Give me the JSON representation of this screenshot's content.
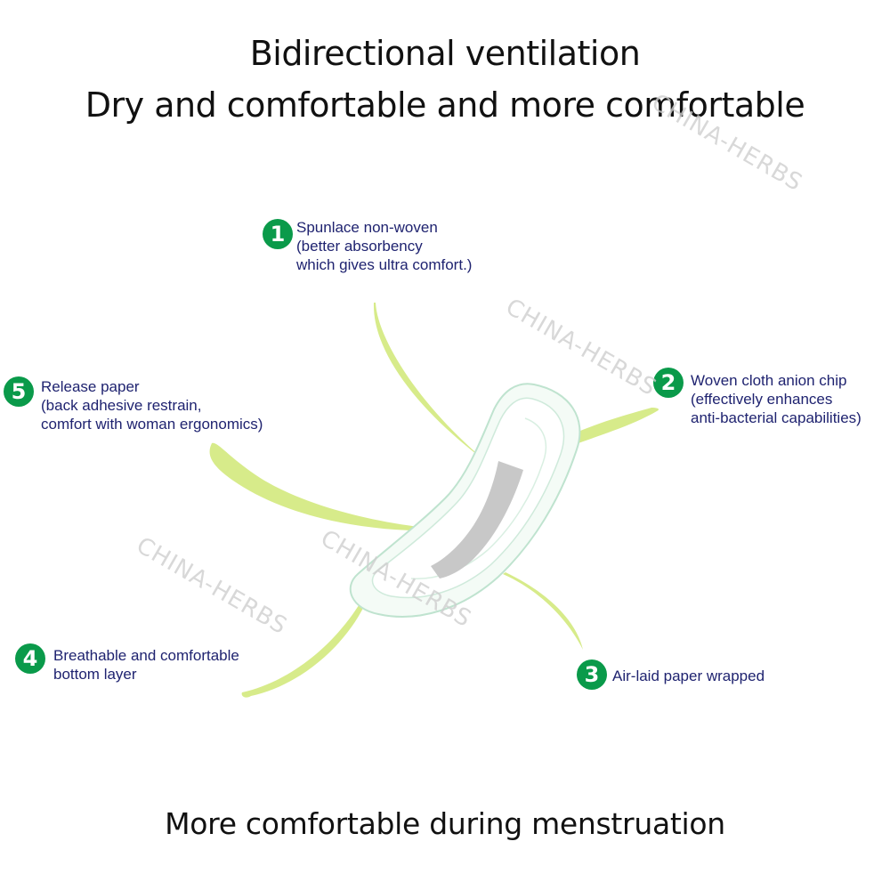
{
  "headline": {
    "line1": "Bidirectional ventilation",
    "line2": "Dry and comfortable and more comfortable"
  },
  "footer": "More comfortable during menstruation",
  "callouts": [
    {
      "number": "1",
      "lines": [
        "Spunlace non-woven",
        "(better absorbency",
        "which gives ultra comfort.)"
      ]
    },
    {
      "number": "2",
      "lines": [
        "Woven cloth anion chip",
        "(effectively  enhances",
        "anti-bacterial capabilities)"
      ]
    },
    {
      "number": "3",
      "lines": [
        "Air-laid paper wrapped"
      ]
    },
    {
      "number": "4",
      "lines": [
        "Breathable and comfortable",
        "bottom layer"
      ]
    },
    {
      "number": "5",
      "lines": [
        "Release paper",
        "(back adhesive restrain,",
        "comfort with woman ergonomics)"
      ]
    }
  ],
  "watermark": "CHINA-HERBS",
  "colors": {
    "badge": "#0a9a4a",
    "callout_text": "#1f2370",
    "pointer": "#d7eb8a",
    "pad_outline": "#bfe3cf",
    "chip": "#c8c8c8"
  }
}
